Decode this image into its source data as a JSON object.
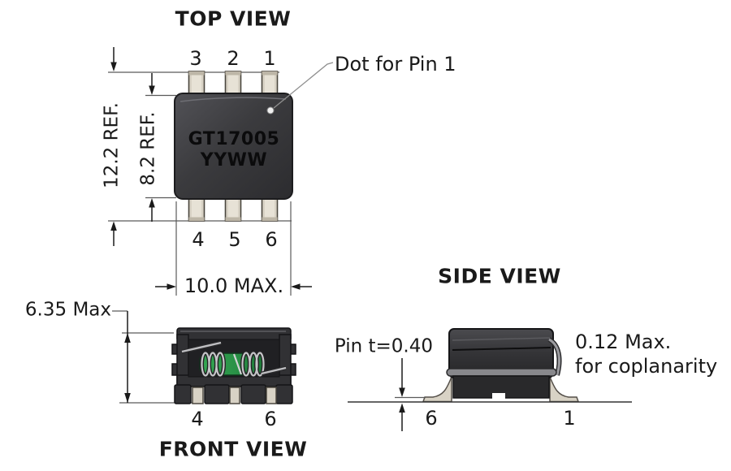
{
  "top_view": {
    "title": "TOP VIEW",
    "dot_callout": "Dot for Pin 1",
    "part_number": "GT17005",
    "date_code": "YYWW",
    "pins_top": [
      "3",
      "2",
      "1"
    ],
    "pins_bottom": [
      "4",
      "5",
      "6"
    ],
    "dim_outer_height": "12.2 REF.",
    "dim_body_height": "8.2 REF.",
    "dim_width": "10.0 MAX."
  },
  "front_view": {
    "title": "FRONT VIEW",
    "dim_height": "6.35 Max",
    "pin_labels": [
      "4",
      "6"
    ]
  },
  "side_view": {
    "title": "SIDE VIEW",
    "pin_thickness_label": "Pin t=0.40",
    "coplanarity_line1": "0.12 Max.",
    "coplanarity_line2": "for coplanarity",
    "pin_labels": [
      "6",
      "1"
    ]
  },
  "colors": {
    "background": "#ffffff",
    "line": "#1a1a1a",
    "body_dark": "#3a3a3d",
    "pin_tan": "#d8d2c5",
    "core_green": "#2f9e4a"
  }
}
